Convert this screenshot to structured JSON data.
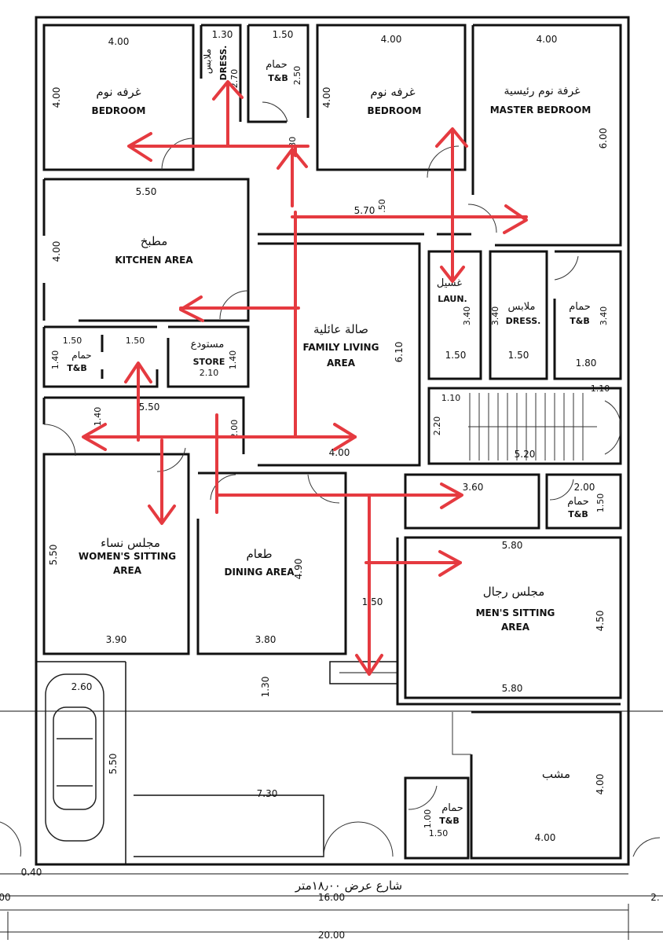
{
  "rooms": {
    "bedroom1": {
      "ar": "غرفه نوم",
      "en": "BEDROOM",
      "w": "4.00",
      "h": "4.00"
    },
    "dress1": {
      "ar": "ملابس",
      "en": "DRESS.",
      "w": "1.30",
      "h": "2.70"
    },
    "bath1": {
      "ar": "حمام",
      "en": "T&B",
      "w": "1.50",
      "h": "2.50"
    },
    "bedroom2": {
      "ar": "غرفه نوم",
      "en": "BEDROOM",
      "w": "4.00",
      "h": "4.00"
    },
    "master": {
      "ar": "غرفة نوم رئيسية",
      "en": "MASTER BEDROOM",
      "w": "4.00",
      "h": "6.00"
    },
    "kitchen": {
      "ar": "مطبخ",
      "en": "KITCHEN AREA",
      "w": "5.50",
      "h": "4.00"
    },
    "corridor": {
      "w": "5.70",
      "h": ".50",
      "v": "1.30"
    },
    "family": {
      "ar": "صالة عائلية",
      "en1": "FAMILY LIVING",
      "en2": "AREA",
      "h": "6.10",
      "w": "4.00"
    },
    "laundry": {
      "ar": "غسيل",
      "en": "LAUN.",
      "w": "1.50",
      "h": "3.40"
    },
    "dress2": {
      "ar": "ملابس",
      "en": "DRESS.",
      "w": "1.50",
      "h": "3.40"
    },
    "bath2": {
      "ar": "حمام",
      "en": "T&B",
      "w": "1.80",
      "h": "3.40"
    },
    "bath3": {
      "ar": "حمام",
      "en": "T&B",
      "w1": "1.50",
      "w2": "1.50",
      "h": "1.40"
    },
    "store": {
      "ar": "مستودع",
      "en": "STORE",
      "w": "2.10",
      "h": "1.40"
    },
    "hall": {
      "w": "5.50",
      "h": "1.40",
      "v": "2.00"
    },
    "stair": {
      "w1": "1.10",
      "w2": "1.10",
      "h": "2.20",
      "w": "5.20"
    },
    "women": {
      "ar": "مجلس نساء",
      "en1": "WOMEN'S SITTING",
      "en2": "AREA",
      "h": "5.50",
      "w": "3.90"
    },
    "dining": {
      "ar": "طعام",
      "en": "DINING AREA",
      "h": "4.90",
      "w": "3.80"
    },
    "passage": {
      "w": "3.60"
    },
    "bath4": {
      "ar": "حمام",
      "en": "T&B",
      "w": "2.00",
      "h": "1.50"
    },
    "men": {
      "ar": "مجلس رجال",
      "en1": "MEN'S SITTING",
      "en2": "AREA",
      "w": "5.80",
      "h": "4.50"
    },
    "entry": {
      "w": "1.50"
    },
    "yard": {
      "v": "1.30",
      "w": "7.30"
    },
    "parking": {
      "w": "2.60",
      "h": "5.50"
    },
    "grill": {
      "ar": "مشب",
      "w": "4.00",
      "h": "4.00"
    },
    "bath5": {
      "ar": "حمام",
      "en": "T&B",
      "w": "1.50",
      "h": "1.00"
    }
  },
  "site": {
    "street": "شارع عرض ۱۸٫۰۰متر",
    "width_front": "16.00",
    "width_total": "20.00",
    "setback": "0.40",
    "left_cut": "00",
    "right_cut": "2."
  },
  "colors": {
    "wall": "#111111",
    "arrow": "#e53a40",
    "background": "#ffffff"
  }
}
